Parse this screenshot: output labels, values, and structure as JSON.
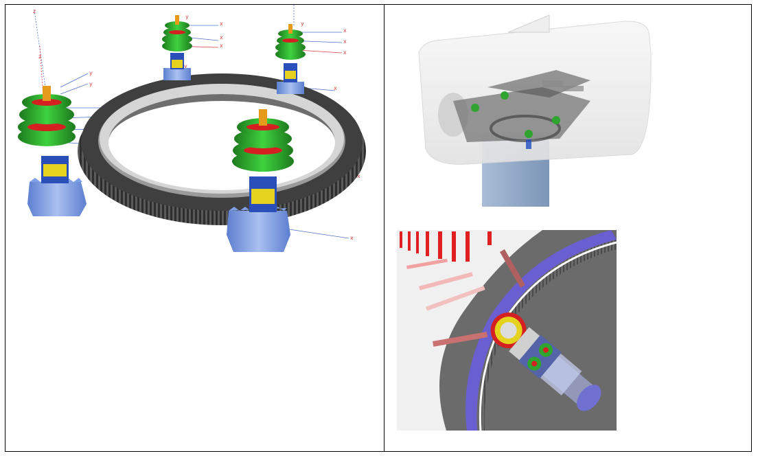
{
  "axis_labels": {
    "x": "x",
    "y": "y",
    "z": "z"
  },
  "colors": {
    "ring_gear": "#4a4a4a",
    "gear_green": "#2fa52f",
    "gear_blue": "#1f4fc0",
    "gear_red": "#d42020",
    "gear_yellow": "#e5d21e",
    "pinion_blue": "#7ea0e6",
    "axis_red": "#e04040",
    "axis_blue": "#5070c8",
    "housing_gray": "#e6e6e6",
    "mast_blue": "#9fb6d2",
    "ring_purple": "#6a5fd0"
  },
  "panels": [
    {
      "name": "ring-gear-assembly-view"
    },
    {
      "name": "housing-translucent-view"
    },
    {
      "name": "closeup-gear-view"
    }
  ]
}
